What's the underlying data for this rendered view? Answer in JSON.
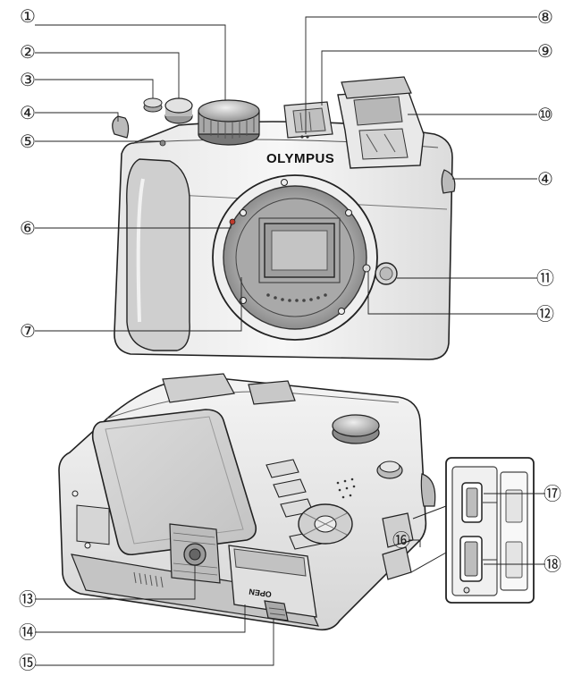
{
  "diagram": {
    "brand_label": "OLYMPUS",
    "door_label": "OPEN",
    "callouts": [
      {
        "id": "c1",
        "label": "①"
      },
      {
        "id": "c2",
        "label": "②"
      },
      {
        "id": "c3",
        "label": "③"
      },
      {
        "id": "c4a",
        "label": "④"
      },
      {
        "id": "c4b",
        "label": "④"
      },
      {
        "id": "c5",
        "label": "⑤"
      },
      {
        "id": "c6",
        "label": "⑥"
      },
      {
        "id": "c7",
        "label": "⑦"
      },
      {
        "id": "c8",
        "label": "⑧"
      },
      {
        "id": "c9",
        "label": "⑨"
      },
      {
        "id": "c10",
        "label": "⑩"
      },
      {
        "id": "c11",
        "label": "⑪"
      },
      {
        "id": "c12",
        "label": "⑫"
      },
      {
        "id": "c13",
        "label": "⑬"
      },
      {
        "id": "c14",
        "label": "⑭"
      },
      {
        "id": "c15",
        "label": "⑮"
      },
      {
        "id": "c16",
        "label": "⑯"
      },
      {
        "id": "c17",
        "label": "⑰"
      },
      {
        "id": "c18",
        "label": "⑱"
      }
    ]
  }
}
